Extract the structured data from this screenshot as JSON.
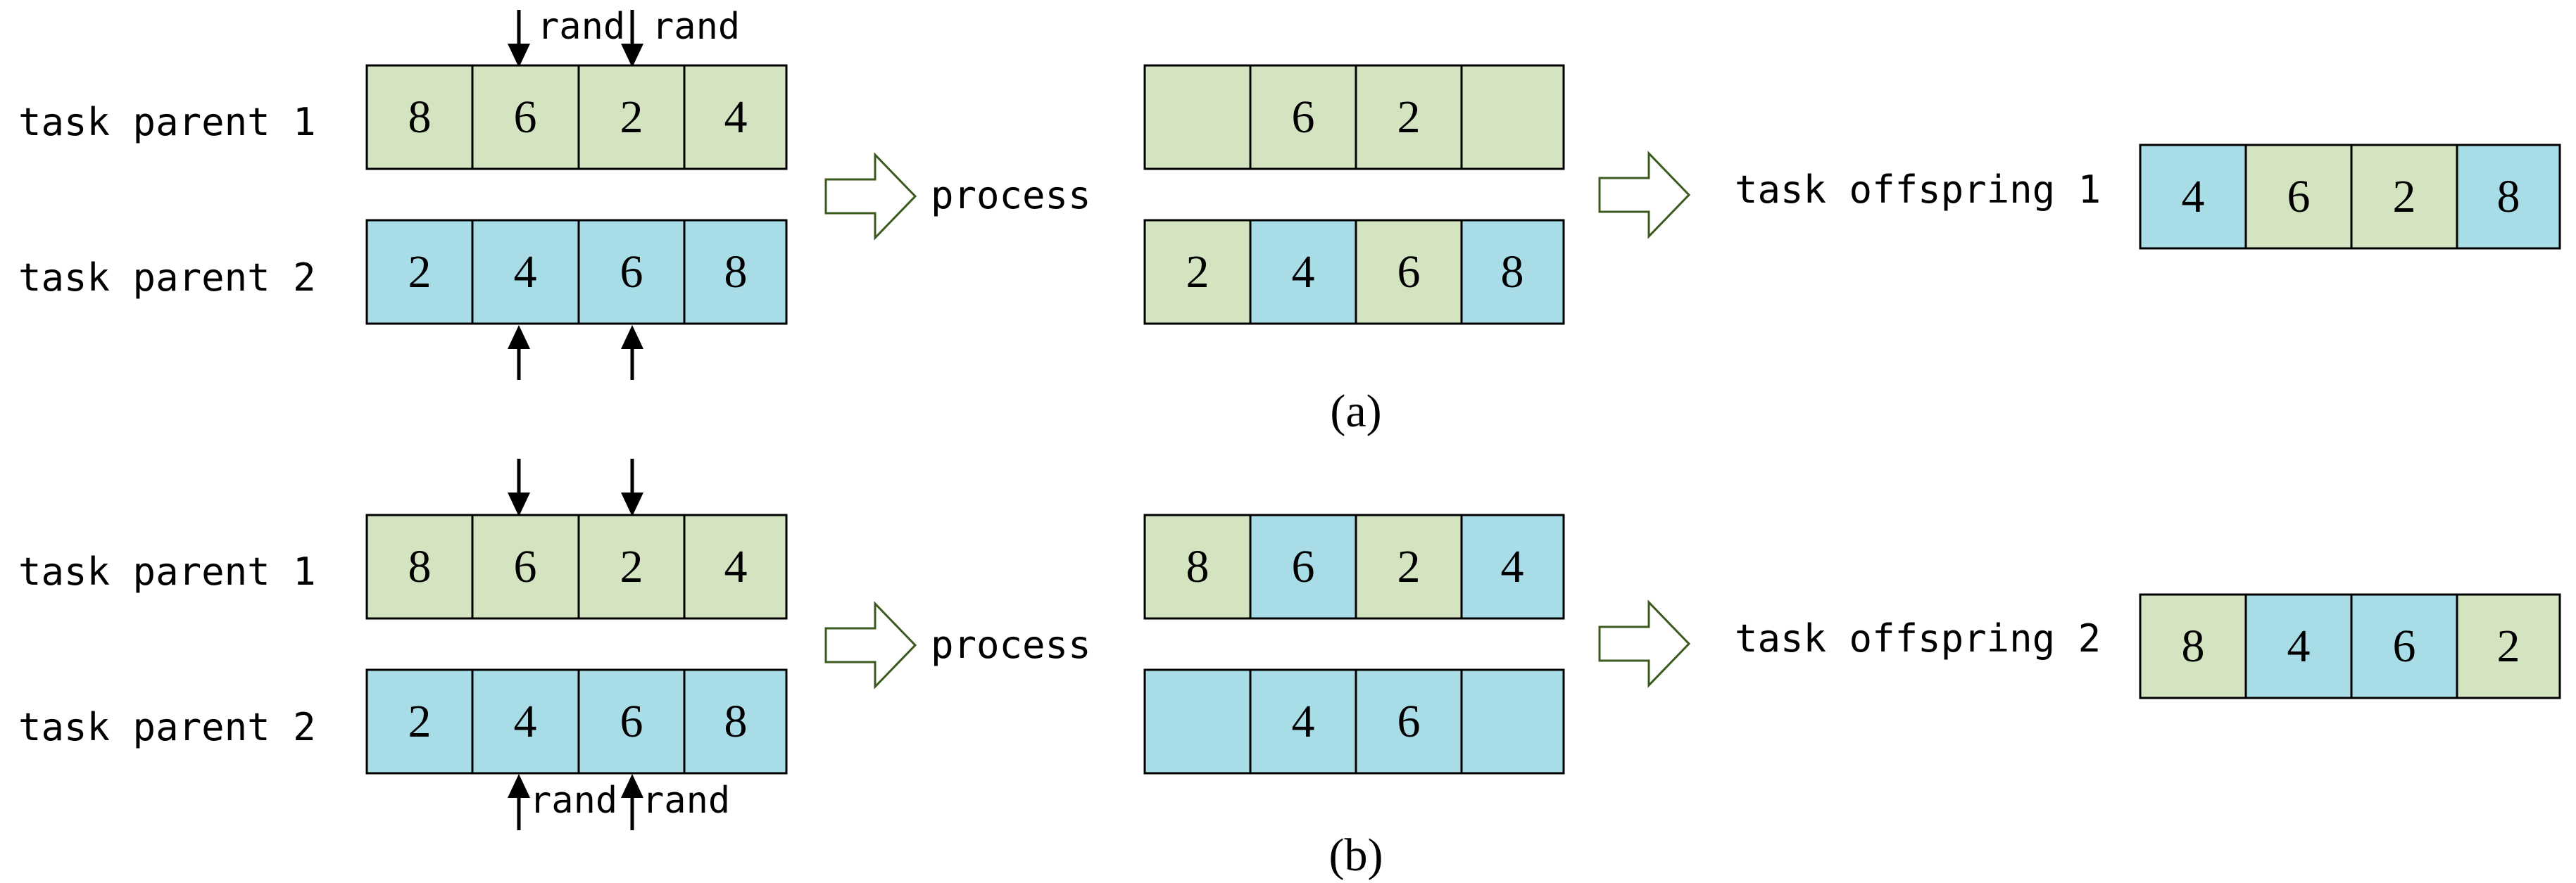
{
  "colors": {
    "green_cell": "#d5e4c0",
    "blue_cell": "#a8dde8",
    "cell_border": "#000000",
    "arrow_outline": "#3a5a1e"
  },
  "panel_a": {
    "rand_label_1": "rand",
    "rand_label_2": "rand",
    "parent1_label": "task parent 1",
    "parent2_label": "task parent 2",
    "parent1_cells": [
      "8",
      "6",
      "2",
      "4"
    ],
    "parent2_cells": [
      "2",
      "4",
      "6",
      "8"
    ],
    "process_label": "process",
    "mid_top_cells": [
      "",
      "6",
      "2",
      ""
    ],
    "mid_bottom_cells": [
      "2",
      "4",
      "6",
      "8"
    ],
    "offspring_label": "task offspring 1",
    "offspring_cells": [
      "4",
      "6",
      "2",
      "8"
    ],
    "caption": "(a)"
  },
  "panel_b": {
    "rand_label_1": "rand",
    "rand_label_2": "rand",
    "parent1_label": "task parent 1",
    "parent2_label": "task parent 2",
    "parent1_cells": [
      "8",
      "6",
      "2",
      "4"
    ],
    "parent2_cells": [
      "2",
      "4",
      "6",
      "8"
    ],
    "process_label": "process",
    "mid_top_cells": [
      "8",
      "6",
      "2",
      "4"
    ],
    "mid_bottom_cells": [
      "",
      "4",
      "6",
      ""
    ],
    "offspring_label": "task offspring 2",
    "offspring_cells": [
      "8",
      "4",
      "6",
      "2"
    ],
    "caption": "(b)"
  }
}
